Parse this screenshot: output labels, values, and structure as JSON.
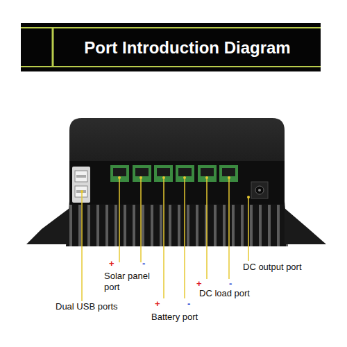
{
  "diagram": {
    "title": "Port Introduction Diagram",
    "labels": [
      "+",
      "-",
      "DC output port",
      "Solar panel port",
      "+",
      "-",
      "DC load port",
      "Dual USB ports",
      "+",
      "-",
      "Battery port"
    ]
  }
}
